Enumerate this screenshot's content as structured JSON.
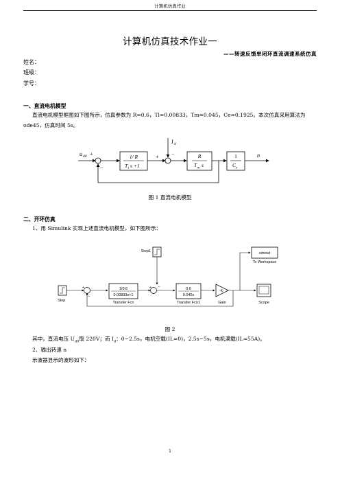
{
  "header": {
    "running_title": "计算机仿真作业"
  },
  "doc": {
    "title": "计算机仿真技术作业一",
    "subtitle": "——转速反馈单闭环直流调速系统仿真",
    "fields": {
      "name": "姓名：",
      "class": "班级：",
      "id": "学号："
    },
    "section1": {
      "heading": "一、直流电机模型",
      "para": "直流电机模型框图如下图所示，仿真参数为 R=0.6，Tl=0.00833，Tm=0.045，Ce=0.1925。本次仿真采用算法为",
      "para_cont": "ode45，仿真时间 5s。",
      "figure_caption": "图 1    直流电机模型"
    },
    "section2": {
      "heading": "二、开环仿真",
      "step1": "1、用 Simulink 实现上述直流电机模型，如下图所示：",
      "figure_caption": "图 2",
      "para": "其中，直流电压 U",
      "para_sub": "d0",
      "para_mid": "取 220V；而 I",
      "para_sub2": "d",
      "para_end": "：0~2.5s，电机空载(IL=0)，2.5s~5s，电机满载(IL=55A)。",
      "step2": "2、输出转速 n",
      "step3": "示波器显示的波形如下："
    },
    "page_number": "1"
  },
  "fig1": {
    "input": "u",
    "input_sub": "d0",
    "dist": "I",
    "dist_sub": "d",
    "block1_num": "1/ R",
    "block1_den": "T",
    "block1_den_sub": "l",
    "block1_den_rest": "s +1",
    "block2_num": "R",
    "block2_den": "T",
    "block2_den_sub": "m",
    "block2_den_rest": "s",
    "block3_num": "1",
    "block3_den": "C",
    "block3_den_sub": "e",
    "output": "n",
    "plus": "+",
    "minus": "−"
  },
  "fig2": {
    "step": "Step",
    "step1": "Step1",
    "tf1_num": "1/0.6",
    "tf1_den": "0.00833s+1",
    "tf1_label": "Transfer Fcn",
    "tf2_num": "0.6",
    "tf2_den": "0.045s",
    "tf2_label": "Transfer Fcn1",
    "gain": "-K-",
    "gain_label": "Gain",
    "simout": "simout",
    "simout_label": "To Workspace",
    "scope_label": "Scope",
    "plus": "+",
    "minus": "−"
  }
}
